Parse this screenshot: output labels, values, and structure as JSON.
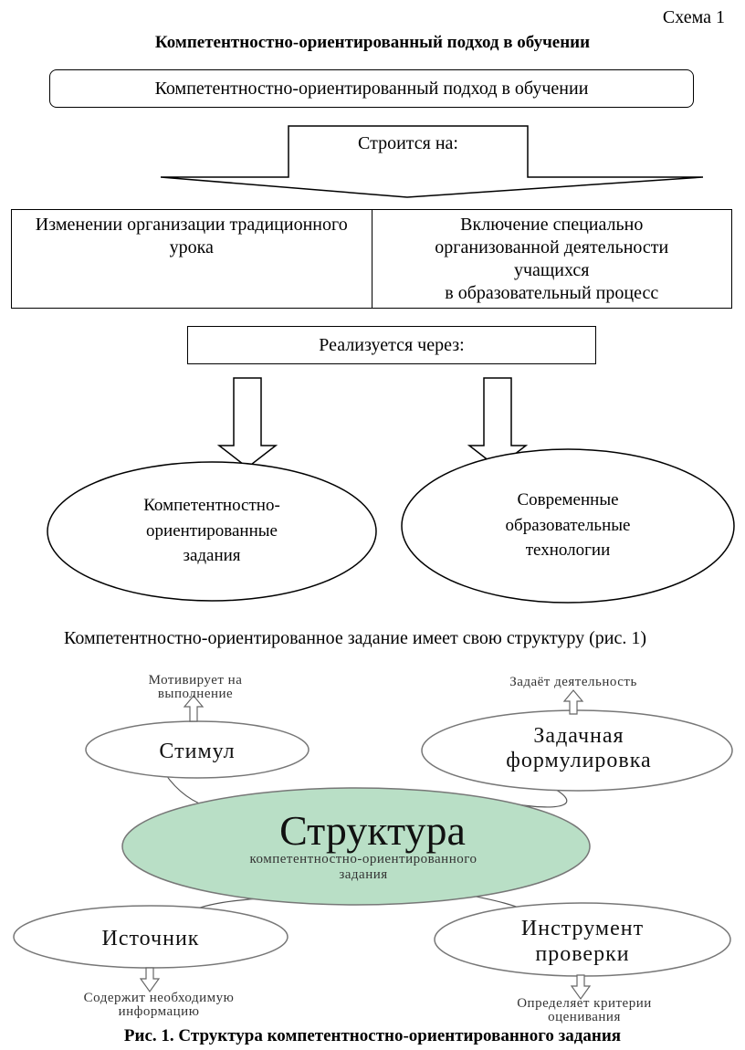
{
  "scheme": {
    "label": "Схема 1",
    "title": "Компетентностно-ориентированный подход в обучении",
    "main_box": "Компетентностно-ориентированный подход в обучении",
    "built_on_label": "Строится на:",
    "left_cell": "Изменении организации традиционного урока",
    "right_cell_lines": [
      "Включение специально",
      "организованной деятельности",
      "учащихся",
      "в образовательный процесс"
    ],
    "realized_label": "Реализуется через:",
    "left_ellipse_lines": [
      "Компетентностно-",
      "ориентированные",
      "задания"
    ],
    "right_ellipse_lines": [
      "Современные",
      "образовательные",
      "технологии"
    ]
  },
  "paragraph": "Компетентностно-ориентированное задание имеет свою структуру (рис. 1)",
  "figure": {
    "center_title": "Структура",
    "center_sub_line1": "компетентностно-ориентированного",
    "center_sub_line2": "задания",
    "center_fill": "#b9dfc6",
    "nodes": {
      "stimulus": {
        "label": "Стимул",
        "note_lines": [
          "Мотивирует на",
          "выполнение"
        ]
      },
      "task_formulation": {
        "label_lines": [
          "Задачная",
          "формулировка"
        ],
        "note": "Задаёт деятельность"
      },
      "source": {
        "label": "Источник",
        "note_lines": [
          "Содержит необходимую",
          "информацию"
        ]
      },
      "check_tool": {
        "label_lines": [
          "Инструмент",
          "проверки"
        ],
        "note_lines": [
          "Определяет критерии",
          "оценивания"
        ]
      }
    }
  },
  "caption": "Рис. 1. Структура компетентностно-ориентированного задания"
}
